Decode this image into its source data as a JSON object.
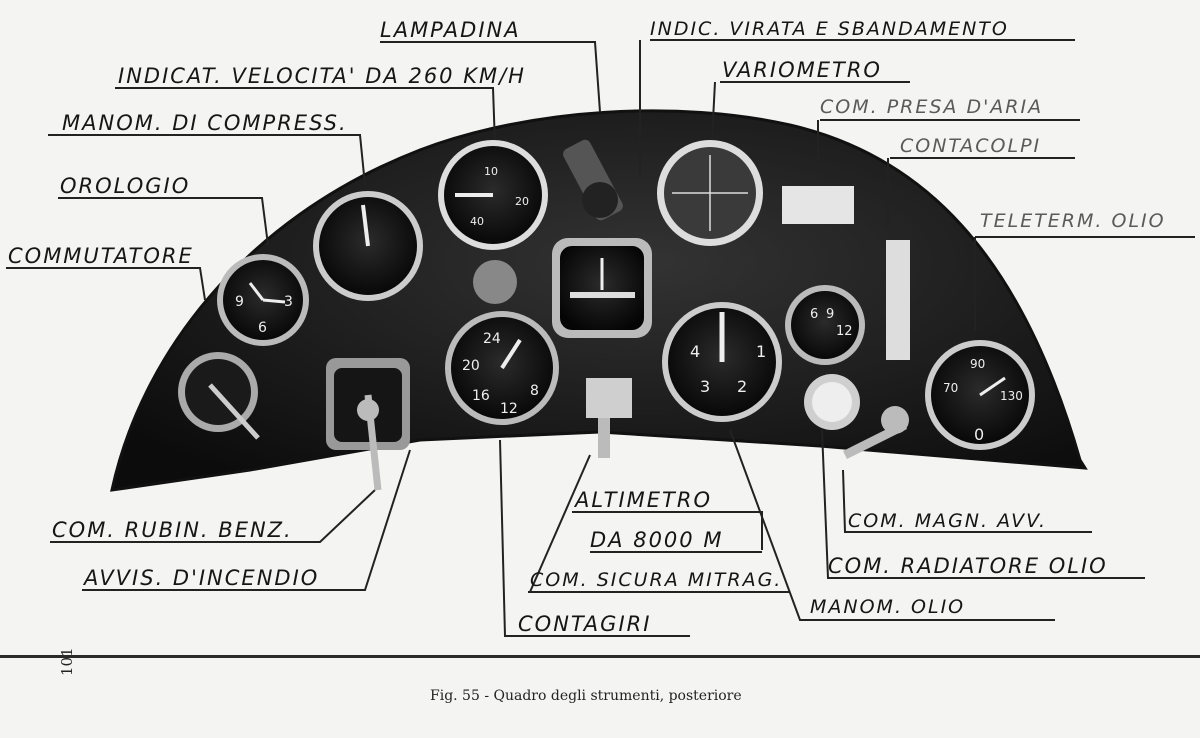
{
  "labels": {
    "lampadina": "LAMPADINA",
    "indic_virata": "INDIC. VIRATA E SBANDAMENTO",
    "indicat_velocita": "INDICAT. VELOCITA' da 260 Km/h",
    "variometro": "VARIOMETRO",
    "manom_compress": "MANOM. DI COMPRESS.",
    "com_presa_aria": "COM. PRESA D'ARIA",
    "orologio": "OROLOGIO",
    "contacolpi": "CONTACOLPI",
    "teleterm": "TELETERM. OLIO",
    "commutatore": "COMMUTATORE",
    "altimetro": "ALTIMETRO",
    "altimetro_range": "da 8000 m",
    "com_rubin_benz": "COM. RUBIN. BENZ.",
    "com_magn_avv": "COM. MAGN. AVV.",
    "com_radiatore_olio": "COM. RADIATORE OLIO",
    "avvis_incendio": "AVVIS. D'INCENDIO",
    "com_sicura_mitrag": "COM. SICURA MITRAG.",
    "manom_olio": "MANOM. OLIO",
    "contagiri": "CONTAGIRI"
  },
  "caption": "Fig. 55 - Quadro degli strumenti, posteriore",
  "page_number": "101",
  "gauge_numbers": {
    "airspeed": [
      "10",
      "20",
      "40"
    ],
    "clock": [
      "9",
      "3",
      "6"
    ],
    "tachometer": [
      "24",
      "20",
      "16",
      "12",
      "8"
    ],
    "altimeter": [
      "4",
      "3",
      "2",
      "1"
    ],
    "oil_pressure": [
      "6",
      "9",
      "12"
    ],
    "oil_temp": [
      "90",
      "70",
      "130",
      "0"
    ]
  },
  "colors": {
    "panel": "#161616",
    "paper": "#f4f4f2",
    "ink": "#161616"
  }
}
